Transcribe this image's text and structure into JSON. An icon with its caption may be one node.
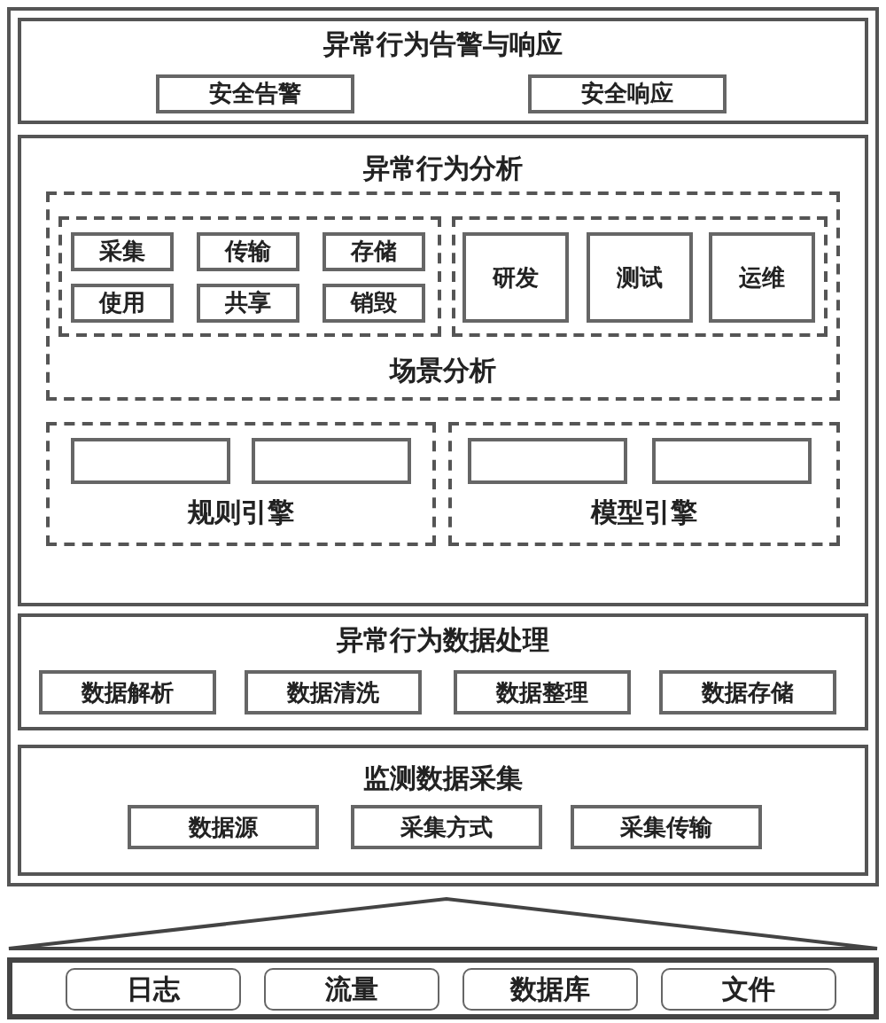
{
  "diagram": {
    "nodes": [
      {
        "text": [],
        "shape": "box"
      },
      {
        "text": [
          "异常行为告警与响应"
        ],
        "in": 0
      },
      {
        "text": [
          "安全告警"
        ],
        "in": 1
      },
      {
        "text": [
          "安全响应"
        ],
        "in": 1
      },
      {
        "text": [
          "异常行为分析"
        ],
        "in": 0
      },
      {
        "text": [
          "场景分析"
        ],
        "in": 4
      },
      {
        "text": [],
        "shape": "box",
        "in": 5
      },
      {
        "text": [
          "采集"
        ],
        "in": 6
      },
      {
        "text": [
          "传输"
        ],
        "in": 6
      },
      {
        "text": [
          "存储"
        ],
        "in": 6
      },
      {
        "text": [
          "使用"
        ],
        "in": 6
      },
      {
        "text": [
          "共享"
        ],
        "in": 6
      },
      {
        "text": [
          "销毁"
        ],
        "in": 6
      },
      {
        "text": [],
        "shape": "box",
        "in": 5
      },
      {
        "text": [
          "研发"
        ],
        "in": 13
      },
      {
        "text": [
          "测试"
        ],
        "in": 13
      },
      {
        "text": [
          "运维"
        ],
        "in": 13
      },
      {
        "text": [
          "规则引擎"
        ],
        "in": 4
      },
      {
        "text": [],
        "shape": "box",
        "in": 17
      },
      {
        "text": [],
        "shape": "box",
        "in": 17
      },
      {
        "text": [
          "模型引擎"
        ],
        "in": 4
      },
      {
        "text": [],
        "shape": "box",
        "in": 20
      },
      {
        "text": [],
        "shape": "box",
        "in": 20
      },
      {
        "text": [
          "异常行为数据处理"
        ],
        "in": 0
      },
      {
        "text": [
          "数据解析"
        ],
        "in": 23
      },
      {
        "text": [
          "数据清洗"
        ],
        "in": 23
      },
      {
        "text": [
          "数据整理"
        ],
        "in": 23
      },
      {
        "text": [
          "数据存储"
        ],
        "in": 23
      },
      {
        "text": [
          "监测数据采集"
        ],
        "in": 0
      },
      {
        "text": [
          "数据源"
        ],
        "in": 28
      },
      {
        "text": [
          "采集方式"
        ],
        "in": 28
      },
      {
        "text": [
          "采集传输"
        ],
        "in": 28
      },
      {
        "text": [],
        "shape": "box"
      },
      {
        "text": [
          "日志"
        ],
        "in": 32
      },
      {
        "text": [
          "流量"
        ],
        "in": 32
      },
      {
        "text": [
          "数据库"
        ],
        "in": 32
      },
      {
        "text": [
          "文件"
        ],
        "in": 32
      }
    ],
    "edges": []
  }
}
